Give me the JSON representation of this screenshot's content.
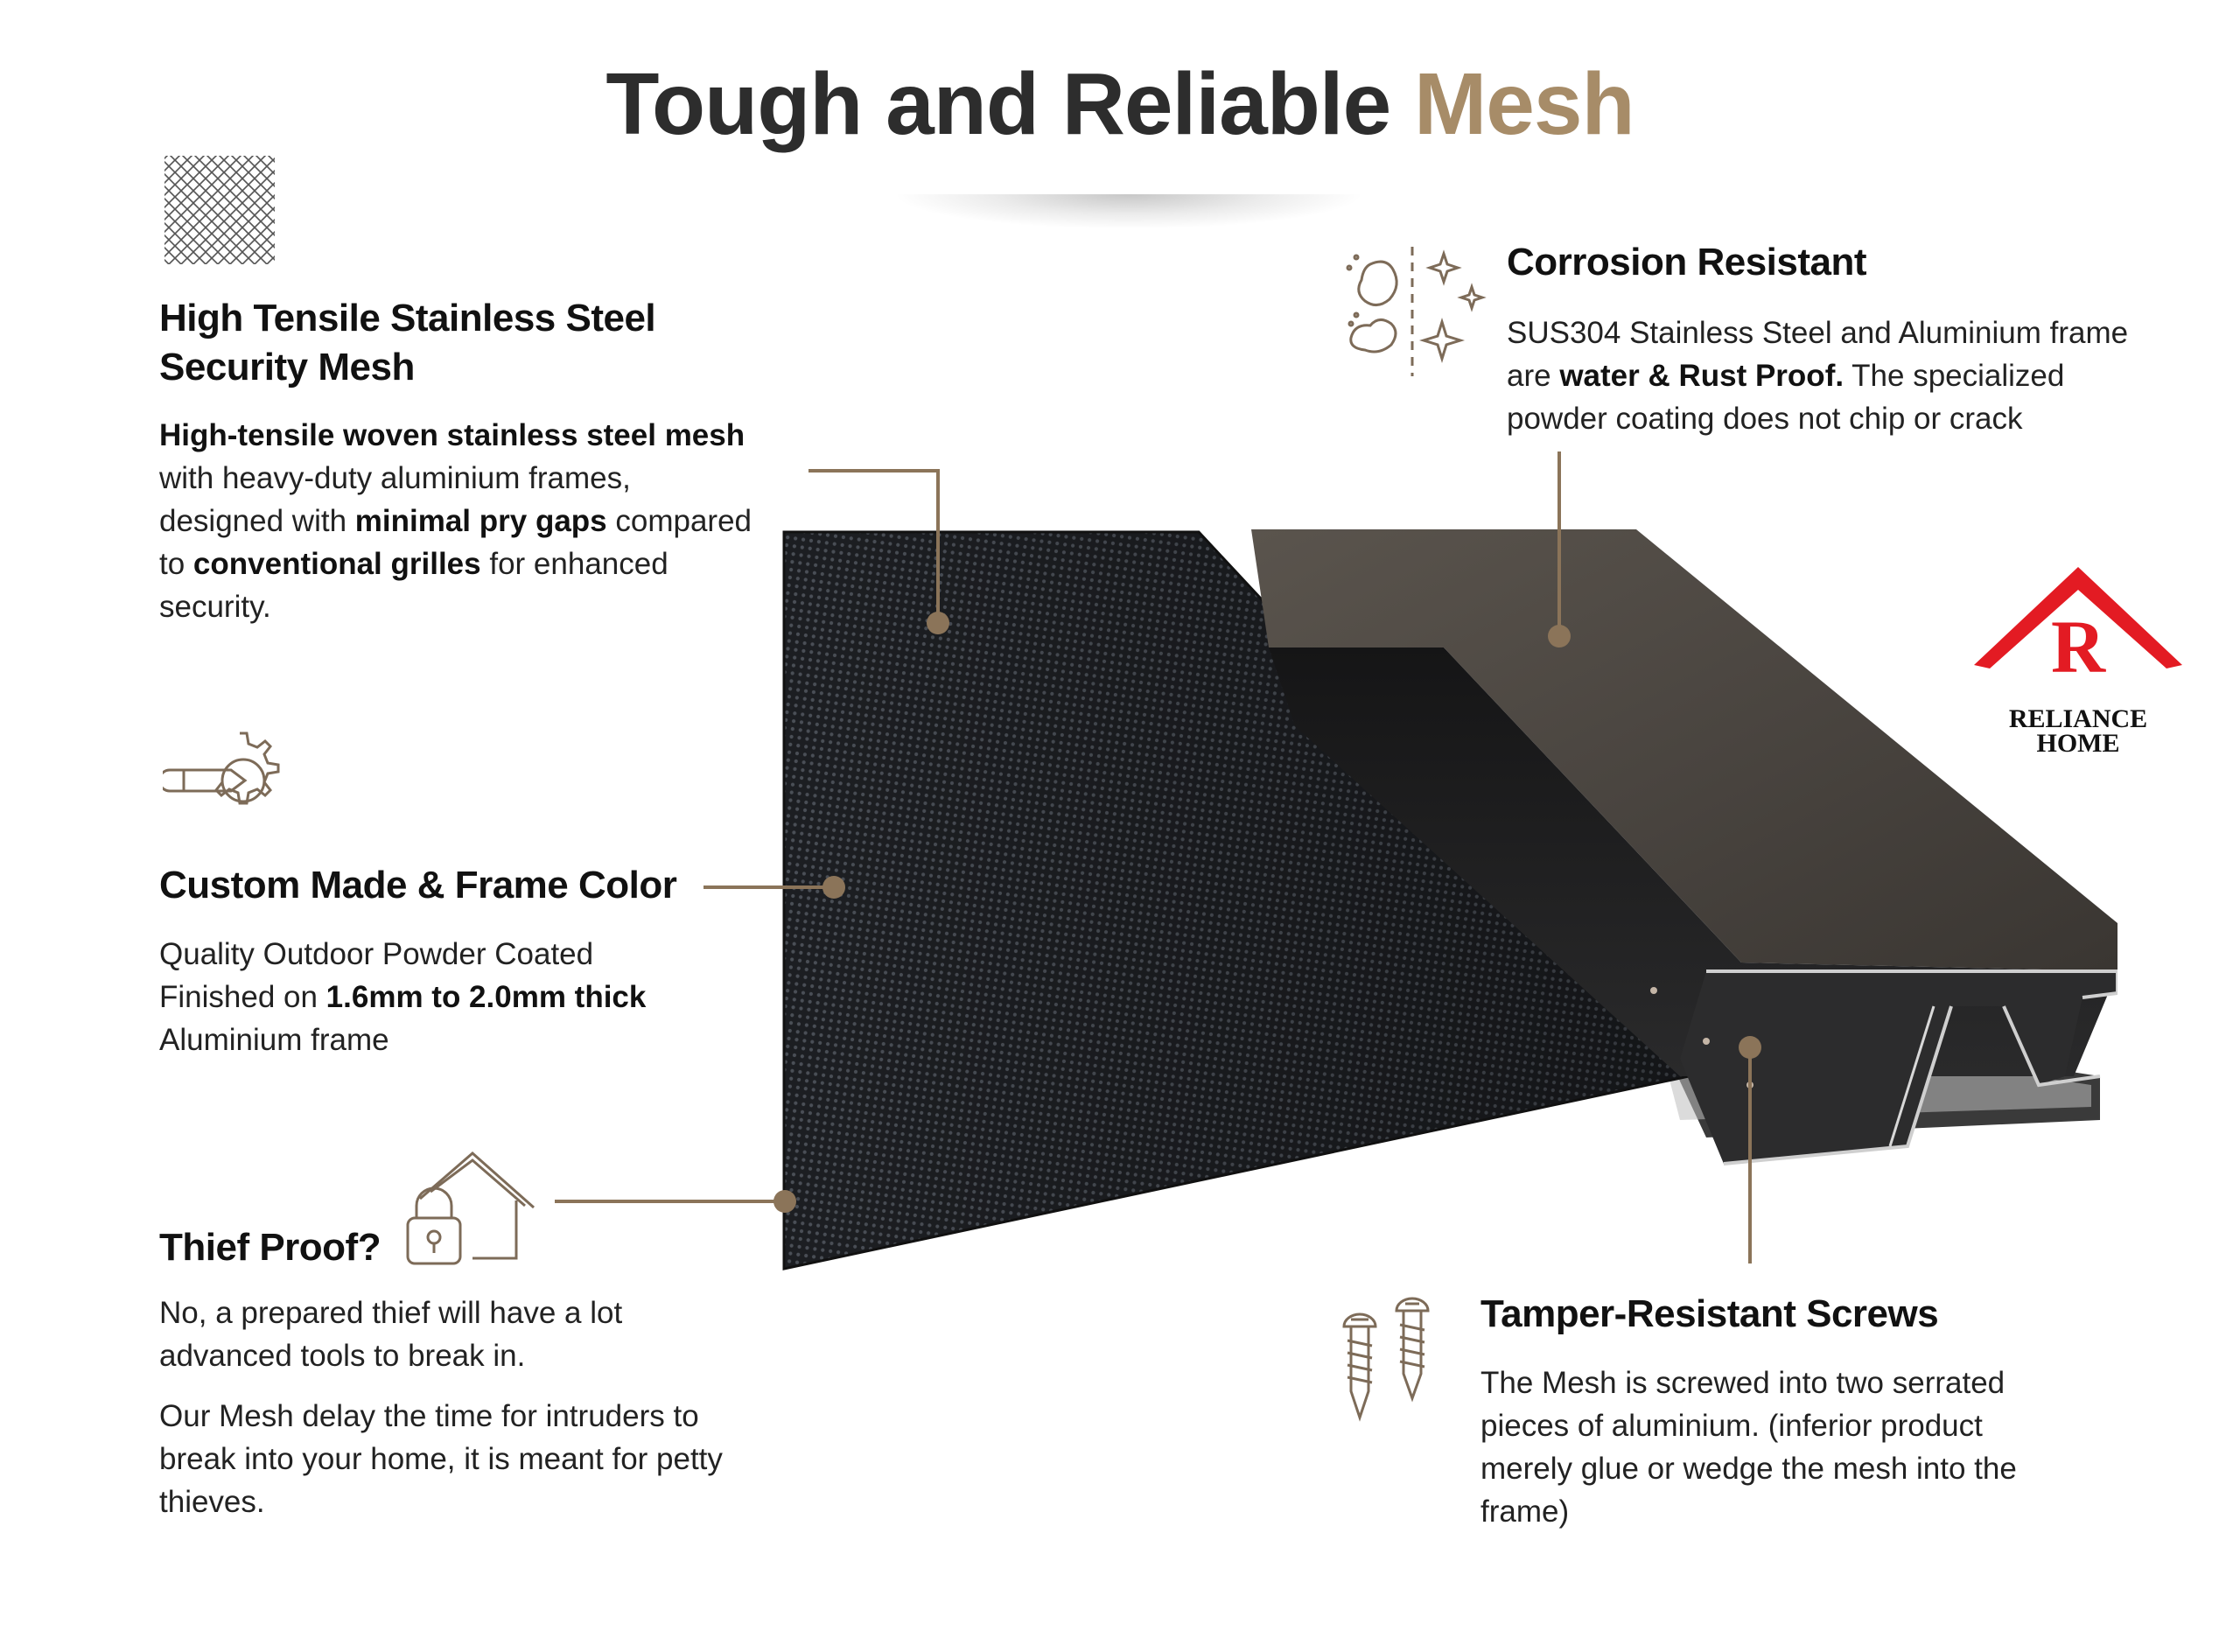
{
  "title": {
    "main": "Tough and Reliable ",
    "accent": "Mesh"
  },
  "colors": {
    "accent": "#a78c68",
    "leader": "#8b7459",
    "logo_red": "#e31b23"
  },
  "features": {
    "mesh": {
      "icon": "mesh-swatch-icon",
      "heading_line1": "High Tensile Stainless Steel",
      "heading_line2": "Security Mesh",
      "b1": "High-tensile woven stainless steel mesh",
      "t1": "with heavy-duty aluminium frames,",
      "t2": "designed with ",
      "b2": "minimal pry gaps",
      "t3": " compared",
      "t4": "to ",
      "b3": "conventional grilles",
      "t5": " for enhanced",
      "t6": "security."
    },
    "custom": {
      "icon": "gear-pencil-icon",
      "heading": "Custom Made & Frame Color",
      "t1": "Quality Outdoor Powder Coated",
      "t2": "Finished on ",
      "b1": "1.6mm to 2.0mm thick",
      "t3": "Aluminium frame"
    },
    "thief": {
      "icon": "house-lock-icon",
      "heading": "Thief Proof?",
      "p1_l1": "No, a prepared thief will have a lot",
      "p1_l2": "advanced tools to break in.",
      "p2_l1": "Our Mesh delay the time for intruders to",
      "p2_l2": "break into your home, it is meant for petty",
      "p2_l3": "thieves."
    },
    "corrosion": {
      "icon": "rust-sparkle-icon",
      "heading": "Corrosion Resistant",
      "t1": "SUS304 Stainless Steel and Aluminium frame",
      "t2": "are ",
      "b1": "water & Rust Proof.",
      "t3": " The specialized",
      "t4": "powder coating does not chip or crack"
    },
    "screws": {
      "icon": "screws-icon",
      "heading": "Tamper-Resistant Screws",
      "l1": "The Mesh is screwed into two serrated",
      "l2": "pieces of aluminium. (inferior product",
      "l3": "merely glue or wedge the mesh into the",
      "l4": "frame)"
    }
  },
  "logo": {
    "letter": "R",
    "line1": "RELIANCE",
    "line2": "HOME"
  }
}
